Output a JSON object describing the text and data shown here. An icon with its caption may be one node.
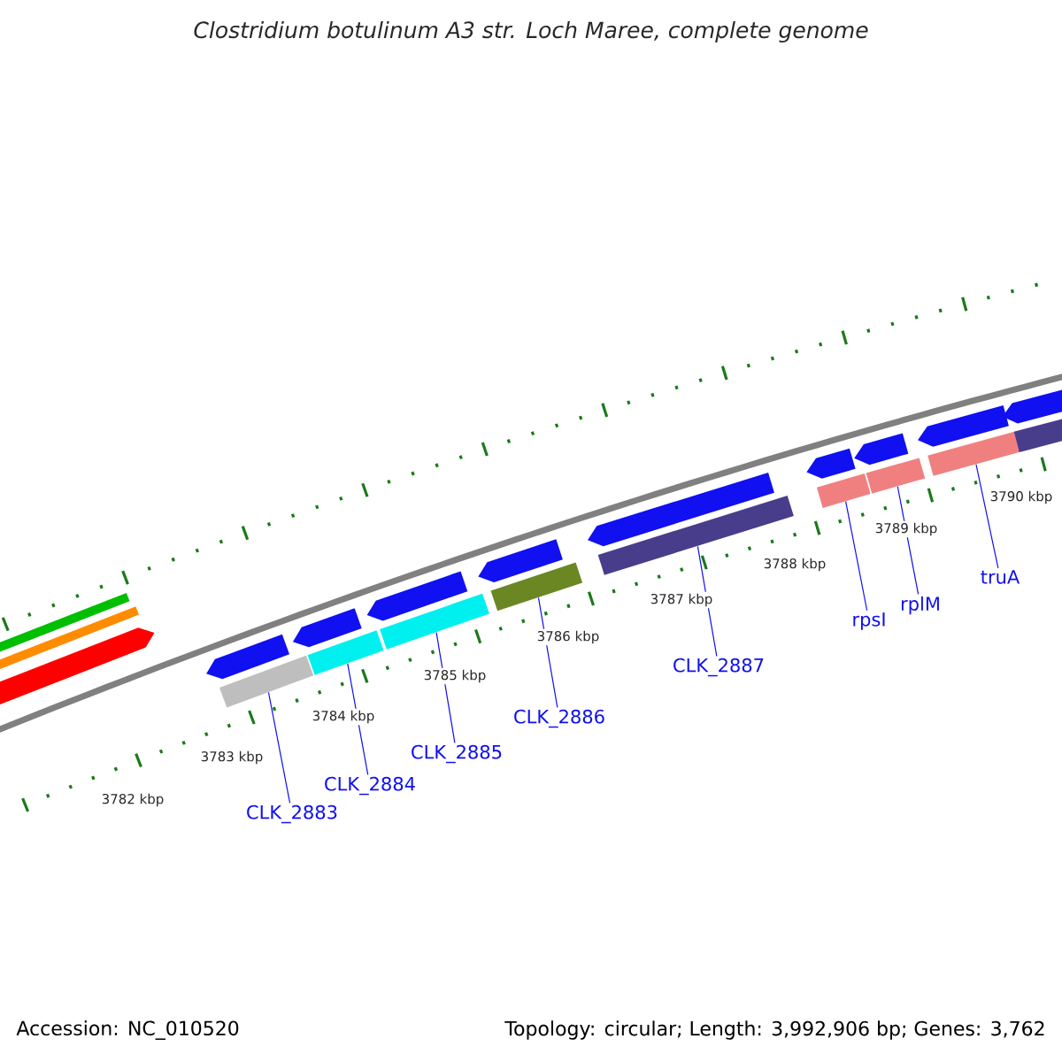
{
  "diagram": {
    "title": "Clostridium botulinum A3 str. Loch Maree, complete genome",
    "nodes": [
      {
        "text": [
          "CLK_2883"
        ]
      },
      {
        "text": [
          "CLK_2884"
        ]
      },
      {
        "text": [
          "CLK_2885"
        ]
      },
      {
        "text": [
          "CLK_2886"
        ]
      },
      {
        "text": [
          "CLK_2887"
        ]
      },
      {
        "text": [
          "rpsI"
        ]
      },
      {
        "text": [
          "rplM"
        ]
      },
      {
        "text": [
          "truA"
        ]
      },
      {
        "text": [],
        "shape": "bar"
      },
      {
        "text": [],
        "shape": "bar"
      },
      {
        "text": [],
        "shape": "bar"
      },
      {
        "text": [],
        "shape": "bar"
      },
      {
        "text": [],
        "shape": "bar"
      },
      {
        "text": [],
        "shape": "bar"
      },
      {
        "text": [],
        "shape": "bar"
      },
      {
        "text": [],
        "shape": "bar"
      },
      {
        "text": [],
        "shape": "bar"
      },
      {
        "text": [],
        "shape": "bar"
      },
      {
        "text": [],
        "shape": "arrow"
      },
      {
        "text": [],
        "shape": "arrow"
      },
      {
        "text": [],
        "shape": "arrow"
      },
      {
        "text": [],
        "shape": "arrow"
      },
      {
        "text": [],
        "shape": "arrow"
      },
      {
        "text": [],
        "shape": "arrow"
      },
      {
        "text": [],
        "shape": "arrow"
      },
      {
        "text": [],
        "shape": "arrow"
      },
      {
        "text": [],
        "shape": "arrow"
      },
      {
        "text": [],
        "shape": "arrow"
      },
      {
        "text": [],
        "shape": "bar"
      }
    ],
    "edges": [
      {
        "from": 0,
        "to": 8,
        "arrow": "none"
      },
      {
        "from": 1,
        "to": 9,
        "arrow": "none"
      },
      {
        "from": 2,
        "to": 10,
        "arrow": "none"
      },
      {
        "from": 3,
        "to": 11,
        "arrow": "none"
      },
      {
        "from": 4,
        "to": 12,
        "arrow": "none"
      },
      {
        "from": 5,
        "to": 13,
        "arrow": "none"
      },
      {
        "from": 6,
        "to": 14,
        "arrow": "none"
      },
      {
        "from": 7,
        "to": 15,
        "arrow": "none"
      }
    ],
    "labels": [
      "3782 kbp",
      "3783 kbp",
      "3784 kbp",
      "3785 kbp",
      "3786 kbp",
      "3787 kbp",
      "3788 kbp",
      "3789 kbp",
      "3790 kbp",
      "Accession: NC_010520",
      "Topology: circular; Length: 3,992,906 bp; Genes: 3,762"
    ]
  }
}
